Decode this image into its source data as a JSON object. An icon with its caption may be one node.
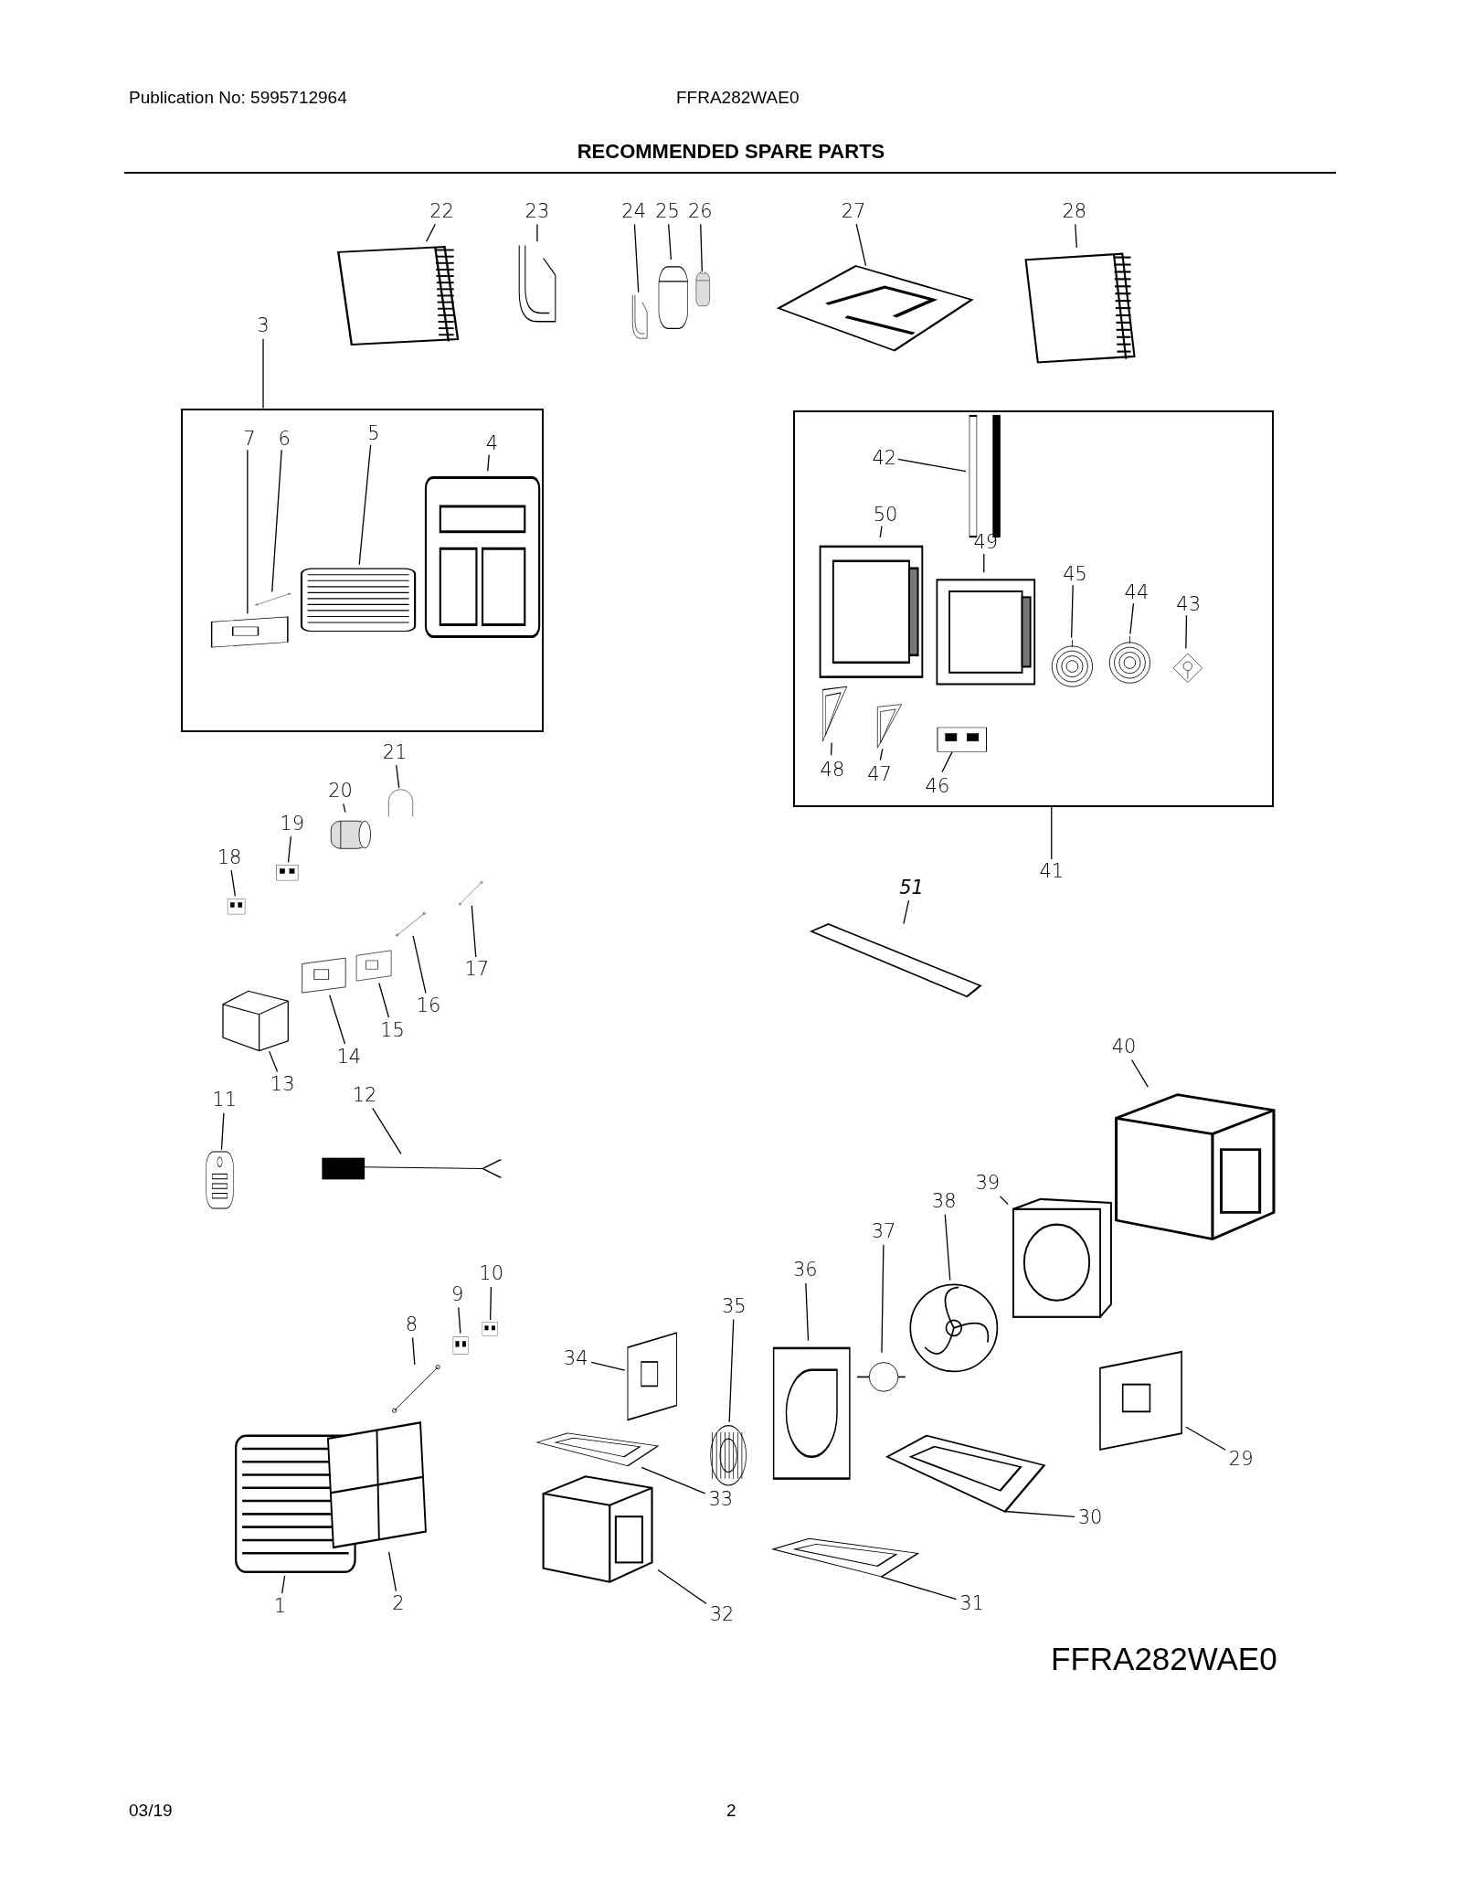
{
  "diagram": {
    "title": "RECOMMENDED SPARE PARTS",
    "nodes": [
      {
        "text": [
          "22"
        ]
      },
      {
        "text": [],
        "shape": "picture"
      },
      {
        "text": [
          "23"
        ]
      },
      {
        "text": [],
        "shape": "picture"
      },
      {
        "text": [
          "24"
        ]
      },
      {
        "text": [],
        "shape": "picture"
      },
      {
        "text": [
          "25"
        ]
      },
      {
        "text": [],
        "shape": "picture"
      },
      {
        "text": [
          "26"
        ]
      },
      {
        "text": [],
        "shape": "picture"
      },
      {
        "text": [
          "27"
        ]
      },
      {
        "text": [],
        "shape": "picture"
      },
      {
        "text": [
          "28"
        ]
      },
      {
        "text": [],
        "shape": "picture"
      },
      {
        "text": [
          "3"
        ]
      },
      {
        "text": [],
        "shape": "box"
      },
      {
        "text": [
          "7"
        ],
        "in": 15
      },
      {
        "text": [],
        "shape": "picture",
        "in": 15
      },
      {
        "text": [
          "6"
        ],
        "in": 15
      },
      {
        "text": [],
        "shape": "picture",
        "in": 15
      },
      {
        "text": [
          "5"
        ],
        "in": 15
      },
      {
        "text": [],
        "shape": "picture",
        "in": 15
      },
      {
        "text": [
          "4"
        ],
        "in": 15
      },
      {
        "text": [],
        "shape": "picture",
        "in": 15
      },
      {
        "text": [
          "41"
        ]
      },
      {
        "text": [],
        "shape": "box"
      },
      {
        "text": [
          "42"
        ],
        "in": 25
      },
      {
        "text": [],
        "shape": "picture",
        "in": 25
      },
      {
        "text": [
          "50"
        ],
        "in": 25
      },
      {
        "text": [],
        "shape": "picture",
        "in": 25
      },
      {
        "text": [
          "49"
        ],
        "in": 25
      },
      {
        "text": [],
        "shape": "picture",
        "in": 25
      },
      {
        "text": [
          "45"
        ],
        "in": 25
      },
      {
        "text": [],
        "shape": "picture",
        "in": 25
      },
      {
        "text": [
          "44"
        ],
        "in": 25
      },
      {
        "text": [],
        "shape": "picture",
        "in": 25
      },
      {
        "text": [
          "43"
        ],
        "in": 25
      },
      {
        "text": [],
        "shape": "picture",
        "in": 25
      },
      {
        "text": [
          "48"
        ],
        "in": 25
      },
      {
        "text": [],
        "shape": "picture",
        "in": 25
      },
      {
        "text": [
          "47"
        ],
        "in": 25
      },
      {
        "text": [],
        "shape": "picture",
        "in": 25
      },
      {
        "text": [
          "46"
        ],
        "in": 25
      },
      {
        "text": [],
        "shape": "picture",
        "in": 25
      },
      {
        "text": [
          "51"
        ]
      },
      {
        "text": [],
        "shape": "picture"
      },
      {
        "text": [
          "21"
        ]
      },
      {
        "text": [],
        "shape": "picture"
      },
      {
        "text": [
          "20"
        ]
      },
      {
        "text": [],
        "shape": "picture"
      },
      {
        "text": [
          "19"
        ]
      },
      {
        "text": [],
        "shape": "picture"
      },
      {
        "text": [
          "18"
        ]
      },
      {
        "text": [],
        "shape": "picture"
      },
      {
        "text": [
          "17"
        ]
      },
      {
        "text": [],
        "shape": "picture"
      },
      {
        "text": [
          "16"
        ]
      },
      {
        "text": [],
        "shape": "picture"
      },
      {
        "text": [
          "15"
        ]
      },
      {
        "text": [],
        "shape": "picture"
      },
      {
        "text": [
          "14"
        ]
      },
      {
        "text": [],
        "shape": "picture"
      },
      {
        "text": [
          "13"
        ]
      },
      {
        "text": [],
        "shape": "picture"
      },
      {
        "text": [
          "11"
        ]
      },
      {
        "text": [],
        "shape": "picture"
      },
      {
        "text": [
          "12"
        ]
      },
      {
        "text": [],
        "shape": "picture"
      },
      {
        "text": [
          "40"
        ]
      },
      {
        "text": [],
        "shape": "picture"
      },
      {
        "text": [
          "39"
        ]
      },
      {
        "text": [],
        "shape": "picture"
      },
      {
        "text": [
          "38"
        ]
      },
      {
        "text": [],
        "shape": "picture"
      },
      {
        "text": [
          "37"
        ]
      },
      {
        "text": [],
        "shape": "picture"
      },
      {
        "text": [
          "36"
        ]
      },
      {
        "text": [],
        "shape": "picture"
      },
      {
        "text": [
          "35"
        ]
      },
      {
        "text": [],
        "shape": "picture"
      },
      {
        "text": [
          "34"
        ]
      },
      {
        "text": [],
        "shape": "picture"
      },
      {
        "text": [
          "10"
        ]
      },
      {
        "text": [],
        "shape": "picture"
      },
      {
        "text": [
          "9"
        ]
      },
      {
        "text": [],
        "shape": "picture"
      },
      {
        "text": [
          "8"
        ]
      },
      {
        "text": [],
        "shape": "picture"
      },
      {
        "text": [
          "33"
        ]
      },
      {
        "text": [],
        "shape": "picture"
      },
      {
        "text": [
          "32"
        ]
      },
      {
        "text": [],
        "shape": "picture"
      },
      {
        "text": [
          "31"
        ]
      },
      {
        "text": [],
        "shape": "picture"
      },
      {
        "text": [
          "30"
        ]
      },
      {
        "text": [],
        "shape": "picture"
      },
      {
        "text": [
          "29"
        ]
      },
      {
        "text": [],
        "shape": "picture"
      },
      {
        "text": [
          "1"
        ]
      },
      {
        "text": [],
        "shape": "picture"
      },
      {
        "text": [
          "2"
        ]
      },
      {
        "text": [],
        "shape": "picture"
      }
    ],
    "edges": [
      {
        "from": 0,
        "to": 1,
        "arrow": "none"
      },
      {
        "from": 2,
        "to": 3,
        "arrow": "none"
      },
      {
        "from": 4,
        "to": 5,
        "arrow": "none"
      },
      {
        "from": 6,
        "to": 7,
        "arrow": "none"
      },
      {
        "from": 8,
        "to": 9,
        "arrow": "none"
      },
      {
        "from": 10,
        "to": 11,
        "arrow": "none"
      },
      {
        "from": 12,
        "to": 13,
        "arrow": "none"
      },
      {
        "from": 14,
        "to": 15,
        "arrow": "none"
      },
      {
        "from": 16,
        "to": 17,
        "arrow": "none"
      },
      {
        "from": 18,
        "to": 19,
        "arrow": "none"
      },
      {
        "from": 20,
        "to": 21,
        "arrow": "none"
      },
      {
        "from": 22,
        "to": 23,
        "arrow": "none"
      },
      {
        "from": 24,
        "to": 25,
        "arrow": "none"
      },
      {
        "from": 26,
        "to": 27,
        "arrow": "none"
      },
      {
        "from": 28,
        "to": 29,
        "arrow": "none"
      },
      {
        "from": 30,
        "to": 31,
        "arrow": "none"
      },
      {
        "from": 32,
        "to": 33,
        "arrow": "none"
      },
      {
        "from": 34,
        "to": 35,
        "arrow": "none"
      },
      {
        "from": 36,
        "to": 37,
        "arrow": "none"
      },
      {
        "from": 38,
        "to": 39,
        "arrow": "none"
      },
      {
        "from": 40,
        "to": 41,
        "arrow": "none"
      },
      {
        "from": 42,
        "to": 43,
        "arrow": "none"
      },
      {
        "from": 44,
        "to": 45,
        "arrow": "none"
      },
      {
        "from": 46,
        "to": 47,
        "arrow": "none"
      },
      {
        "from": 48,
        "to": 49,
        "arrow": "none"
      },
      {
        "from": 50,
        "to": 51,
        "arrow": "none"
      },
      {
        "from": 52,
        "to": 53,
        "arrow": "none"
      },
      {
        "from": 54,
        "to": 55,
        "arrow": "none"
      },
      {
        "from": 56,
        "to": 57,
        "arrow": "none"
      },
      {
        "from": 58,
        "to": 59,
        "arrow": "none"
      },
      {
        "from": 60,
        "to": 61,
        "arrow": "none"
      },
      {
        "from": 62,
        "to": 63,
        "arrow": "none"
      },
      {
        "from": 64,
        "to": 65,
        "arrow": "none"
      },
      {
        "from": 66,
        "to": 67,
        "arrow": "none"
      },
      {
        "from": 68,
        "to": 69,
        "arrow": "none"
      },
      {
        "from": 70,
        "to": 71,
        "arrow": "none"
      },
      {
        "from": 72,
        "to": 73,
        "arrow": "none"
      },
      {
        "from": 74,
        "to": 75,
        "arrow": "none"
      },
      {
        "from": 76,
        "to": 77,
        "arrow": "none"
      },
      {
        "from": 78,
        "to": 79,
        "arrow": "none"
      },
      {
        "from": 80,
        "to": 81,
        "arrow": "none"
      },
      {
        "from": 82,
        "to": 83,
        "arrow": "none"
      },
      {
        "from": 84,
        "to": 85,
        "arrow": "none"
      },
      {
        "from": 86,
        "to": 87,
        "arrow": "none"
      },
      {
        "from": 88,
        "to": 89,
        "arrow": "none"
      },
      {
        "from": 90,
        "to": 91,
        "arrow": "none"
      },
      {
        "from": 92,
        "to": 93,
        "arrow": "none"
      },
      {
        "from": 94,
        "to": 95,
        "arrow": "none"
      },
      {
        "from": 96,
        "to": 97,
        "arrow": "none"
      },
      {
        "from": 98,
        "to": 99,
        "arrow": "none"
      },
      {
        "from": 100,
        "to": 101,
        "arrow": "none"
      }
    ],
    "labels": [
      "Publication No: 5995712964",
      "FFRA282WAE0",
      "FFRA282WAE0",
      "03/19",
      "2"
    ]
  }
}
